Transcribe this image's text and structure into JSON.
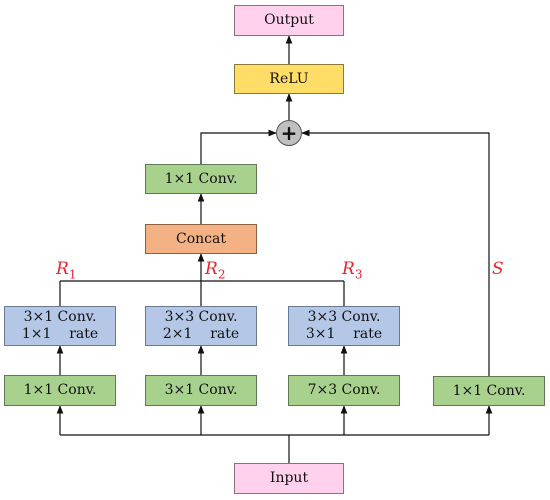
{
  "nodes": {
    "output": "Output",
    "relu": "ReLU",
    "add": "+",
    "top_conv": "1×1 Conv.",
    "concat": "Concat",
    "branch1_dil_line1": "3×1 Conv.",
    "branch1_dil_line2": "1×1    rate",
    "branch2_dil_line1": "3×3 Conv.",
    "branch2_dil_line2": "2×1    rate",
    "branch3_dil_line1": "3×3 Conv.",
    "branch3_dil_line2": "3×1    rate",
    "branch1_conv": "1×1 Conv.",
    "branch2_conv": "3×1 Conv.",
    "branch3_conv": "7×3 Conv.",
    "shortcut_conv": "1×1 Conv.",
    "input": "Input"
  },
  "labels": {
    "r1_base": "R",
    "r1_sub": "1",
    "r2_base": "R",
    "r2_sub": "2",
    "r3_base": "R",
    "r3_sub": "3",
    "s": "S"
  },
  "colors": {
    "pink": "#ffd1ec",
    "yellow": "#ffdd66",
    "green": "#a9d18e",
    "orange": "#f4b183",
    "blue": "#b4c7e7",
    "add_node": "#bfbfbf",
    "label_red": "#e8242c"
  }
}
